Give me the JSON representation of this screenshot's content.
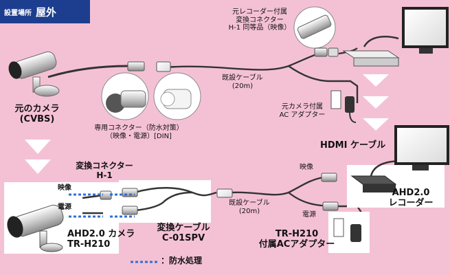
{
  "location": {
    "key": "設置場所",
    "value": "屋外"
  },
  "labels": {
    "old_camera_l1": "元のカメラ",
    "old_camera_l2": "(CVBS)",
    "dedicated_conn_l1": "専用コネクター（防水対策）",
    "dedicated_conn_l2": "（映像・電源）[DIN]",
    "recorder_conn_l1": "元レコーダー付属",
    "recorder_conn_l2": "変換コネクター",
    "recorder_conn_l3": "H-1 同等品（映像）",
    "existing_cable_top_l1": "既設ケーブル",
    "existing_cable_top_l2": "(20m)",
    "old_adapter_l1": "元カメラ付属",
    "old_adapter_l2": "AC アダプター",
    "hdmi_cable": "HDMI ケーブル",
    "conv_conn_l1": "変換コネクター",
    "conv_conn_l2": "H-1",
    "video_left": "映像",
    "power_left": "電源",
    "video_right": "映像",
    "power_right": "電源",
    "existing_cable_bottom_l1": "既設ケーブル",
    "existing_cable_bottom_l2": "(20m)",
    "ahd_recorder_l1": "AHD2.0",
    "ahd_recorder_l2": "レコーダー",
    "ahd_camera_l1": "AHD2.0 カメラ",
    "ahd_camera_l2": "TR-H210",
    "conv_cable_l1": "変換ケーブル",
    "conv_cable_l2": "C-01SPV",
    "tr_adapter_l1": "TR-H210",
    "tr_adapter_l2": "付属ACアダプター",
    "legend_waterproof": "：防水処理"
  },
  "colors": {
    "background": "#f4c1d4",
    "header": "#1d3e8f",
    "waterproof": "#2f6fd0",
    "arrow": "#ffffff"
  }
}
